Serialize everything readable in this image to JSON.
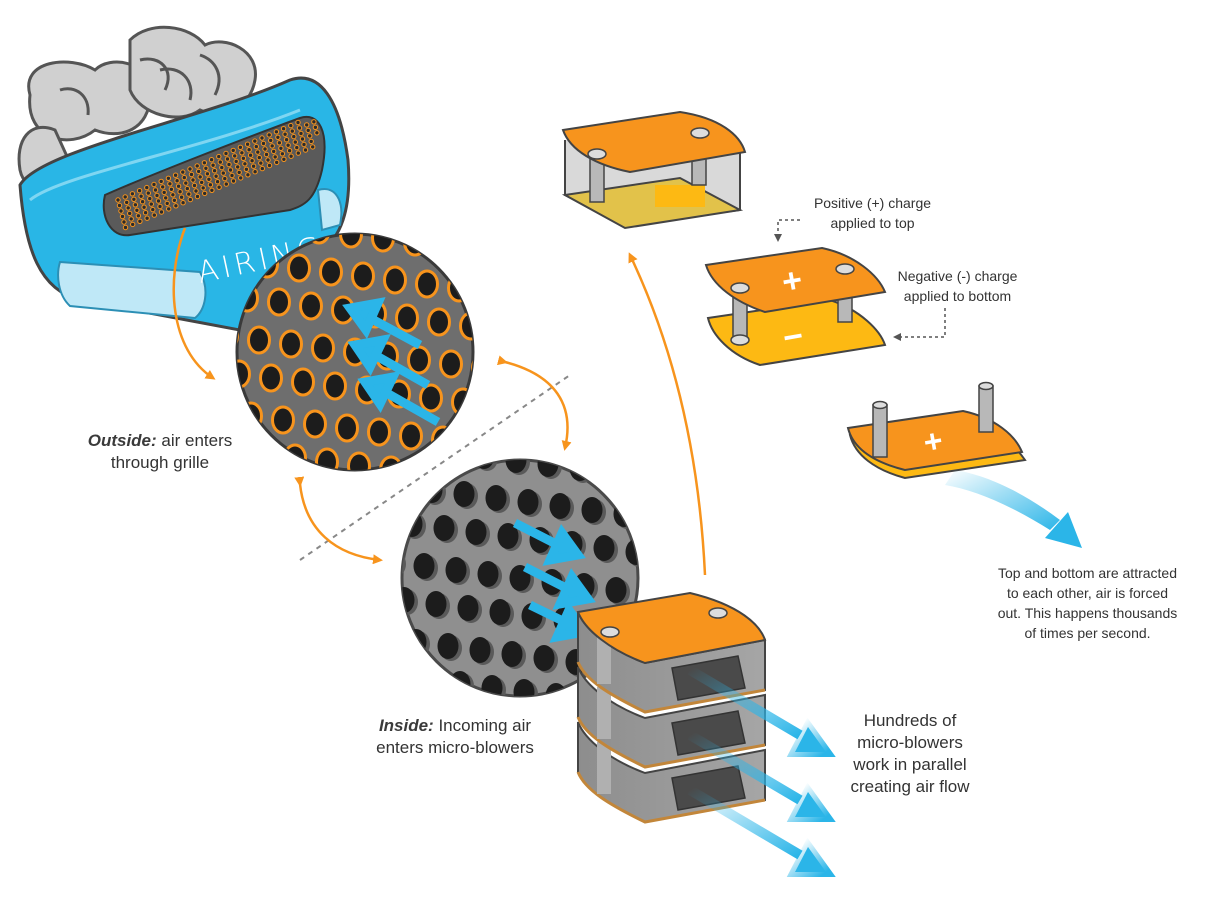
{
  "brand": {
    "logo_text": "AIRING"
  },
  "labels": {
    "outside_strong": "Outside:",
    "outside_rest_line1": " air enters",
    "outside_rest_line2": "through grille",
    "inside_strong": "Inside:",
    "inside_rest_line1": " Incoming air",
    "inside_rest_line2": "enters micro-blowers",
    "hundreds_line1": "Hundreds of",
    "hundreds_line2": "micro-blowers",
    "hundreds_line3": "work in parallel",
    "hundreds_line4": "creating air flow",
    "positive_line1": "Positive (+) charge",
    "positive_line2": "applied to top",
    "negative_line1": "Negative (-) charge",
    "negative_line2": "applied to bottom",
    "result_line1": "Top and bottom are attracted",
    "result_line2": "to each other, air is forced",
    "result_line3": "out. This happens thousands",
    "result_line4": "of times per second."
  },
  "symbols": {
    "plus": "+",
    "minus": "−"
  },
  "colors": {
    "orange": "#f7941d",
    "yellow": "#fdb913",
    "blue": "#2bb5e8",
    "mask_blue": "#29b6e6",
    "grey": "#9b9b9b",
    "dark_grey": "#5f5f5f"
  }
}
